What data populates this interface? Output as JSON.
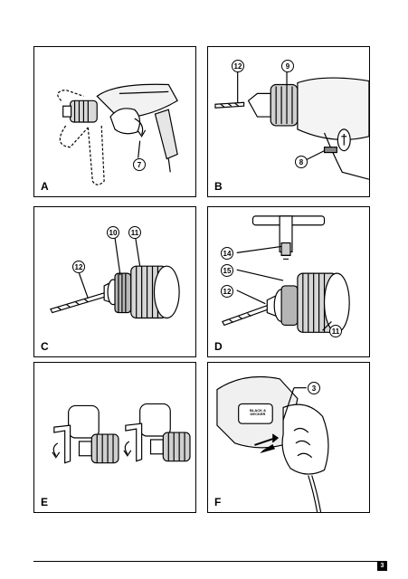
{
  "panels": {
    "a": {
      "label": "A",
      "callouts": [
        "7"
      ]
    },
    "b": {
      "label": "B",
      "callouts": [
        "12",
        "9",
        "8"
      ]
    },
    "c": {
      "label": "C",
      "callouts": [
        "10",
        "11",
        "12"
      ]
    },
    "d": {
      "label": "D",
      "callouts": [
        "14",
        "15",
        "12",
        "11"
      ]
    },
    "e": {
      "label": "E"
    },
    "f": {
      "label": "F",
      "callouts": [
        "3"
      ],
      "brand_text": "BLACK & DECKER"
    }
  },
  "page_number": "3"
}
